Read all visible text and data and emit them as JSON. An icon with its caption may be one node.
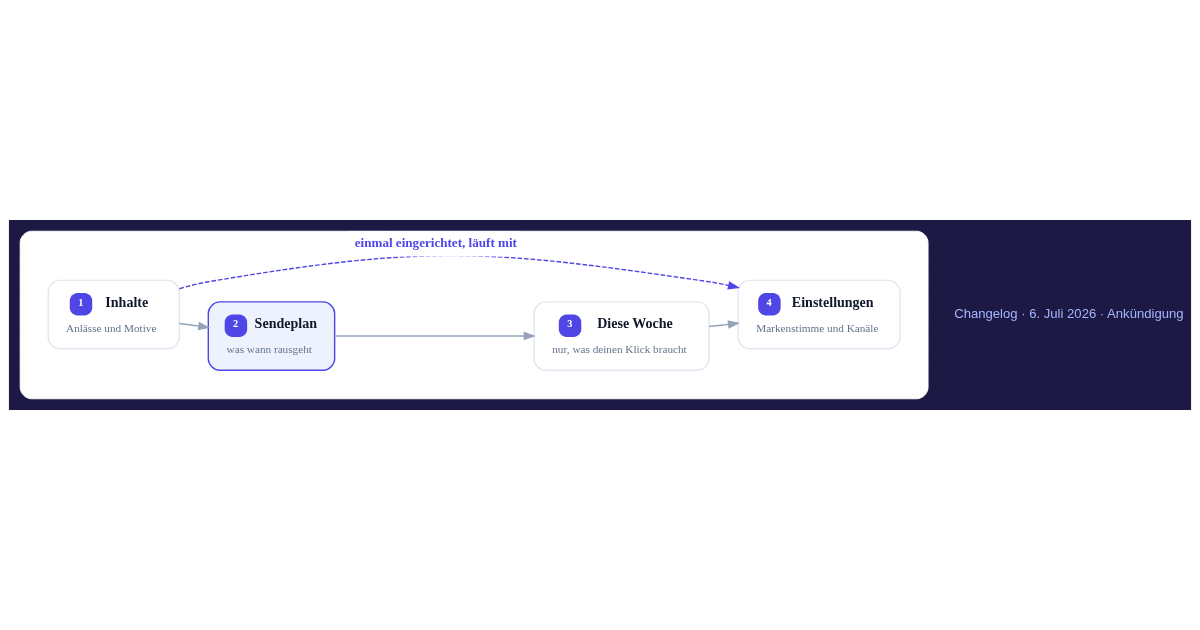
{
  "diagram": {
    "nodes": [
      {
        "text": [],
        "shape": "box"
      },
      {
        "text": [
          "1",
          "Inhalte",
          "Anlässe und Motive"
        ],
        "in": 0
      },
      {
        "text": [
          "2",
          "Sendeplan",
          "was wann rausgeht"
        ],
        "in": 0
      },
      {
        "text": [
          "3",
          "Diese Woche",
          "nur, was deinen Klick braucht"
        ],
        "in": 0
      },
      {
        "text": [
          "4",
          "Einstellungen",
          "Markenstimme und Kanäle"
        ],
        "in": 0
      }
    ],
    "edges": [
      {
        "from": 1,
        "to": 2,
        "arrow": "to"
      },
      {
        "from": 2,
        "to": 3,
        "arrow": "to"
      },
      {
        "from": 3,
        "to": 4,
        "arrow": "to"
      },
      {
        "from": 1,
        "to": 4,
        "arrow": "to",
        "label": "einmal eingerichtet, läuft mit",
        "style": "dashed",
        "color": "#4f46e5"
      }
    ],
    "labels": [
      "Changelog · 6. Juli 2026 · Ankündigung"
    ]
  }
}
